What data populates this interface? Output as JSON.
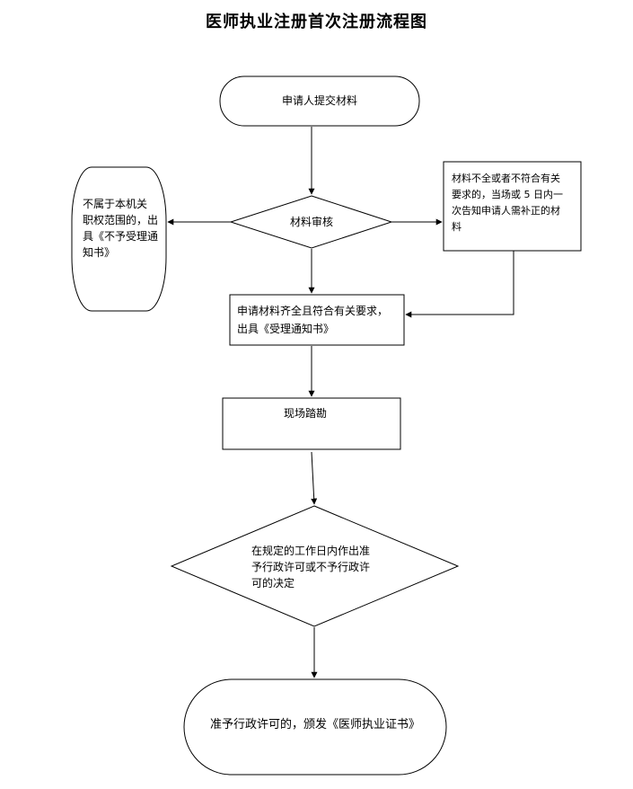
{
  "title": "医师执业注册首次注册流程图",
  "nodes": {
    "start": "申请人提交材料",
    "review": "材料审核",
    "reject_scope_lines": [
      "不属于本机关",
      "职权范围的，出",
      "具《不予受理通",
      "知书》"
    ],
    "incomplete_lines": [
      "材料不全或者不符合有关",
      "要求的，当场或 5 日内一",
      "次告知申请人需补正的材",
      "料"
    ],
    "accept_lines": [
      "申请材料齐全且符合有关要求，",
      "出具《受理通知书》"
    ],
    "inspection": "现场踏勘",
    "decision_lines": [
      "在规定的工作日内作出准",
      "予行政许可或不予行政许",
      "可的决定"
    ],
    "final": "准予行政许可的，颁发《医师执业证书》"
  }
}
